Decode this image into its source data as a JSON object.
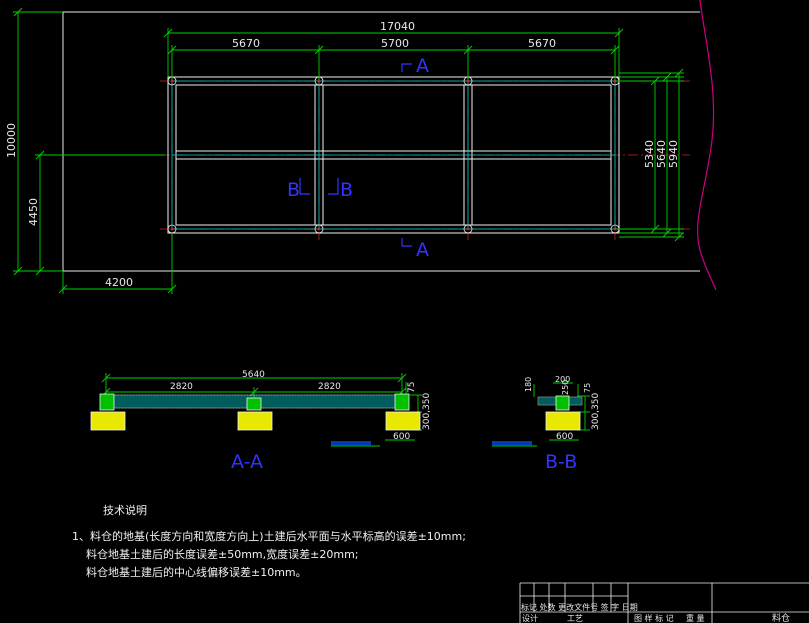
{
  "plan": {
    "total_length": "17040",
    "span_left": "5670",
    "span_middle": "5700",
    "span_right": "5670",
    "site_width": "10000",
    "offset_y": "4450",
    "offset_x": "4200",
    "width_1": "5340",
    "width_2": "5640",
    "width_3": "5940",
    "section_a": "A",
    "section_b": "B"
  },
  "section_aa": {
    "total": "5640",
    "left_half": "2820",
    "right_half": "2820",
    "top_dim": "75",
    "side_dim": "300,350",
    "footing_width": "600",
    "title": "A-A"
  },
  "section_bb": {
    "dim_200": "200",
    "dim_180": "180",
    "dim_250": "250",
    "dim_75": "75",
    "side_dim": "300,350",
    "footing_width": "600",
    "title": "B-B"
  },
  "notes": {
    "heading": "技术说明",
    "line1": "1、料仓的地基(长度方向和宽度方向上)土建后水平面与水平标高的误差±10mm;",
    "line2": "料仓地基土建后的长度误差±50mm,宽度误差±20mm;",
    "line3": "料仓地基土建后的中心线偏移误差±10mm。"
  },
  "title_block": {
    "row1": "标记 处数 更改文件号 签 字 日期",
    "row2_left": "设计",
    "row2_mid": "工艺",
    "row2_right": "图 样 标 记",
    "row2_qty": "重 量",
    "name": "料仓"
  }
}
